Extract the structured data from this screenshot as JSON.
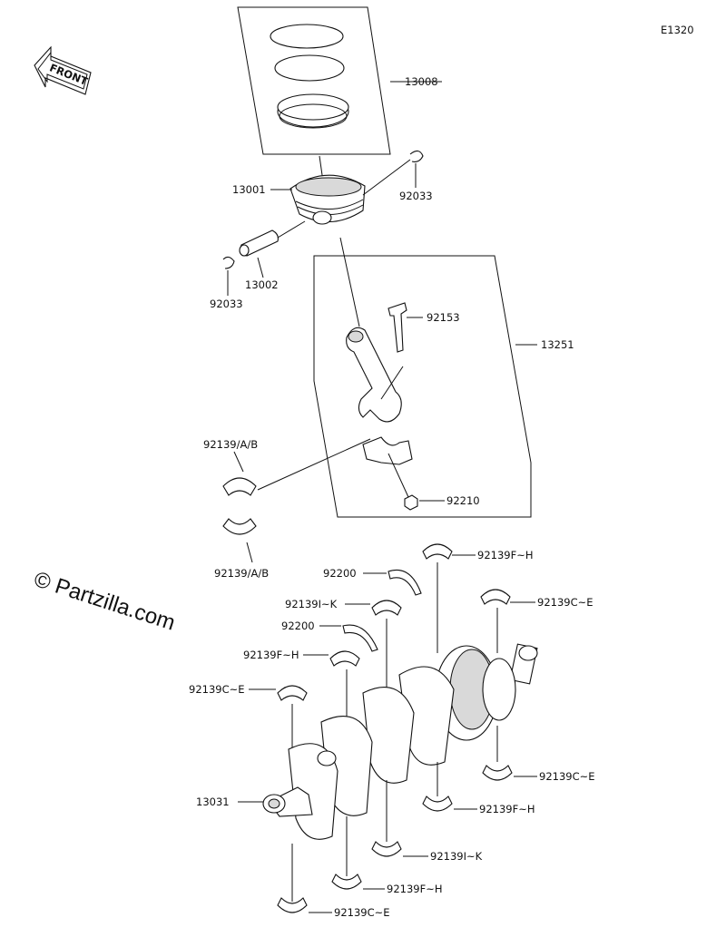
{
  "diagram_code": "E1320",
  "front_label": "FRONT",
  "watermark": "© Partzilla.com",
  "parts": {
    "piston_rings": "13008",
    "piston": "13001",
    "piston_pin": "13002",
    "snap_ring_right": "92033",
    "snap_ring_left": "92033",
    "conrod_bolt": "92153",
    "connecting_rod": "13251",
    "conrod_bearing_upper": "92139/A/B",
    "conrod_bearing_lower": "92139/A/B",
    "conrod_nut": "92210",
    "crankshaft": "13031",
    "thrust_washer_1": "92200",
    "thrust_washer_2": "92200",
    "main_bearing_fh_1": "92139F~H",
    "main_bearing_ce_1": "92139C~E",
    "main_bearing_ik_1": "92139I~K",
    "main_bearing_fh_2": "92139F~H",
    "main_bearing_ce_2": "92139C~E",
    "main_bearing_ce_3": "92139C~E",
    "main_bearing_fh_3": "92139F~H",
    "main_bearing_ik_2": "92139I~K",
    "main_bearing_fh_4": "92139F~H",
    "main_bearing_ce_4": "92139C~E"
  }
}
